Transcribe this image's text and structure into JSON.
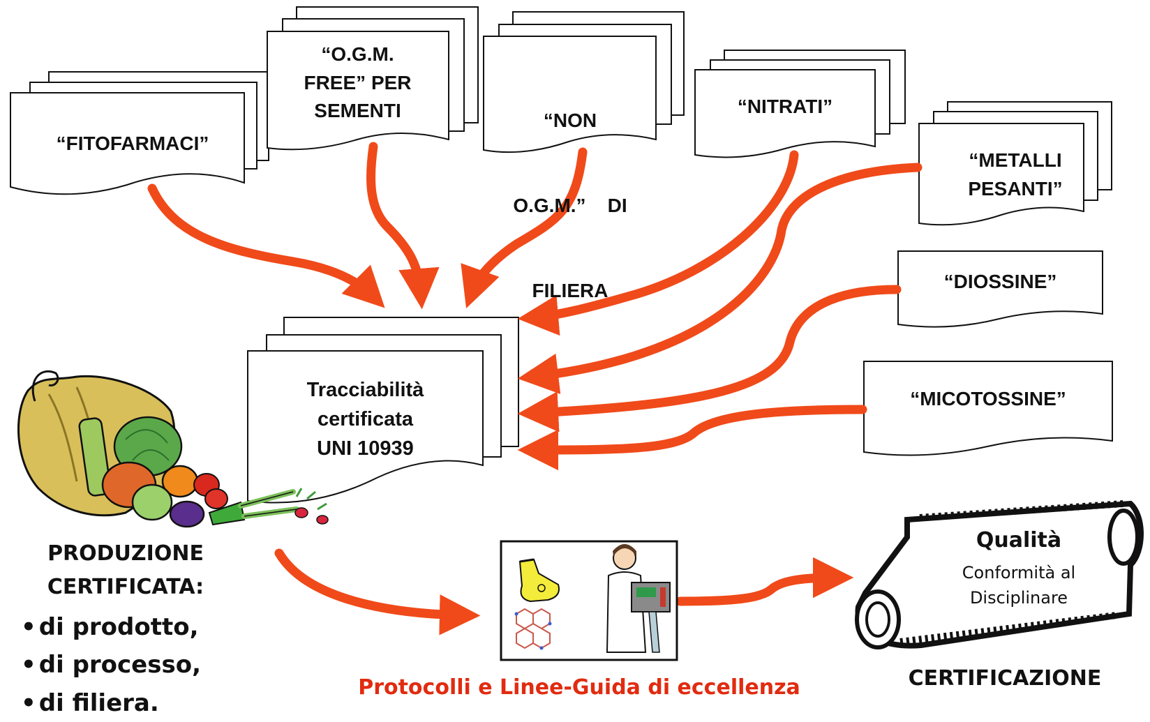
{
  "documents": {
    "fitofarmaci": "“FITOFARMACI”",
    "ogm_free": [
      "“O.G.M.",
      "FREE” PER",
      "SEMENTI"
    ],
    "non_ogm": [
      "“NON",
      "O.G.M.”    DI",
      "FILIERA"
    ],
    "nitrati": "“NITRATI”",
    "metalli": [
      "“METALLI",
      "PESANTI”"
    ],
    "diossine": "“DIOSSINE”",
    "micotossine": "“MICOTOSSINE”"
  },
  "center": [
    "Tracciabilità",
    "certificata",
    "UNI 10939"
  ],
  "production": {
    "title_lines": [
      "PRODUZIONE",
      "CERTIFICATA:"
    ],
    "bullets": [
      "di prodotto,",
      "di processo,",
      "di filiera."
    ]
  },
  "protocol_label": "Protocolli e Linee-Guida di eccellenza",
  "scroll": {
    "title": "Qualità",
    "subtitle_lines": [
      "Conformità al",
      "Disciplinare"
    ]
  },
  "certification_label": "CERTIFICAZIONE",
  "colors": {
    "arrow": "#f04a1a",
    "protocol_text": "#e12b10",
    "ink": "#111111"
  },
  "icons": [
    "cornucopia-icon",
    "flask-icon",
    "molecule-icon",
    "scientist-icon",
    "scroll-icon"
  ]
}
